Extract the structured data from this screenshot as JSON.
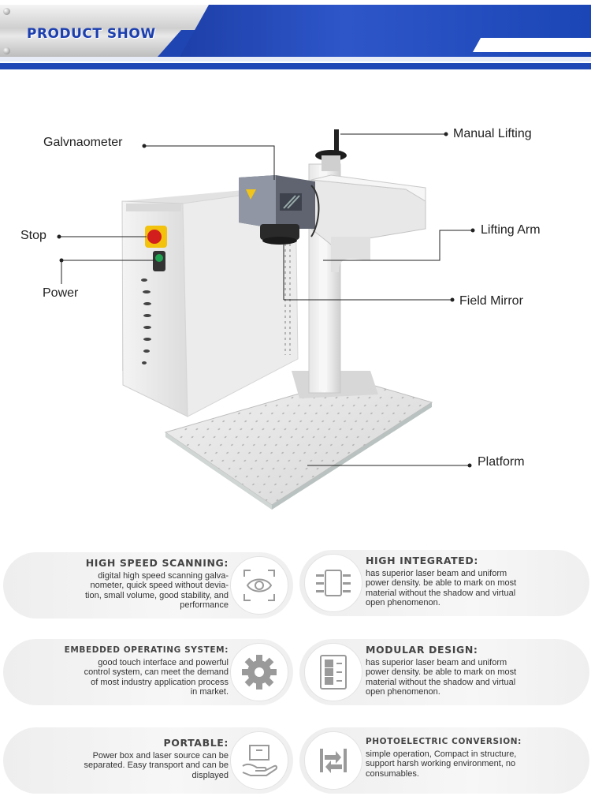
{
  "header": {
    "title": "PRODUCT SHOW"
  },
  "callouts": {
    "galvanometer": "Galvnaometer",
    "manual_lifting": "Manual Lifting",
    "stop": "Stop",
    "lifting_arm": "Lifting Arm",
    "power": "Power",
    "field_mirror": "Field Mirror",
    "platform": "Platform"
  },
  "features": [
    {
      "title": "HIGH SPEED SCANNING:",
      "lines": [
        "digital high speed scanning galva-",
        "nometer, quick speed without devia-",
        "tion, small volume, good stability, and",
        "performance"
      ],
      "icon": "eye-scan-icon"
    },
    {
      "title": "HIGH INTEGRATED:",
      "lines": [
        "has superior laser beam and uniform",
        "power density. be able to mark on most",
        "material without the shadow and virtual",
        "open phenomenon."
      ],
      "icon": "chip-icon"
    },
    {
      "title": "EMBEDDED OPERATING SYSTEM:",
      "lines": [
        "good touch interface and powerful",
        "control system, can meet the demand",
        "of most industry application process",
        "in market."
      ],
      "icon": "gear-icon"
    },
    {
      "title": "MODULAR DESIGN:",
      "lines": [
        "has superior laser beam and uniform",
        "power density. be able to mark on most",
        "material without the shadow and virtual",
        "open phenomenon."
      ],
      "icon": "modules-icon"
    },
    {
      "title": "PORTABLE:",
      "lines": [
        "Power box and laser source can be",
        "separated. Easy transport and can be",
        "displayed"
      ],
      "icon": "box-in-hand-icon"
    },
    {
      "title": "PHOTOELECTRIC CONVERSION:",
      "lines": [
        "simple operation, Compact in structure,",
        "support harsh working environment, no",
        "consumables."
      ],
      "icon": "conversion-arrows-icon"
    }
  ],
  "colors": {
    "brand_blue": "#1f48b6",
    "card_bg": "#f2f2f2",
    "icon_stroke": "#9a9a9a"
  }
}
